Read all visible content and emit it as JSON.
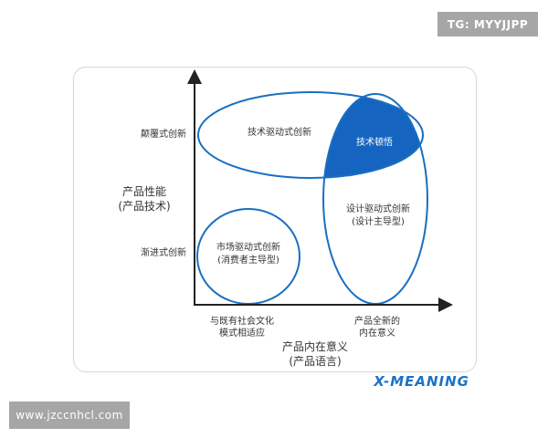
{
  "watermarks": {
    "top": "TG: MYYJJPP",
    "bottom": "www.jzccnhcl.com"
  },
  "diagram": {
    "y_axis": {
      "title_line1": "产品性能",
      "title_line2": "(产品技术)",
      "tick_high": "颠覆式创新",
      "tick_low": "渐进式创新"
    },
    "x_axis": {
      "title_line1": "产品内在意义",
      "title_line2": "(产品语言)",
      "tick_left_line1": "与既有社会文化",
      "tick_left_line2": "模式相适应",
      "tick_right_line1": "产品全新的",
      "tick_right_line2": "内在意义"
    },
    "regions": {
      "tech_driven": "技术驱动式创新",
      "market_driven_line1": "市场驱动式创新",
      "market_driven_line2": "(消费者主导型)",
      "design_driven_line1": "设计驱动式创新",
      "design_driven_line2": "(设计主导型)",
      "tech_epiphany": "技术顿悟"
    },
    "colors": {
      "ellipse_stroke": "#1a6fc0",
      "highlight_fill": "#1565c0",
      "axis": "#222222"
    }
  },
  "brand": {
    "logo_text": "X-MEANING"
  }
}
